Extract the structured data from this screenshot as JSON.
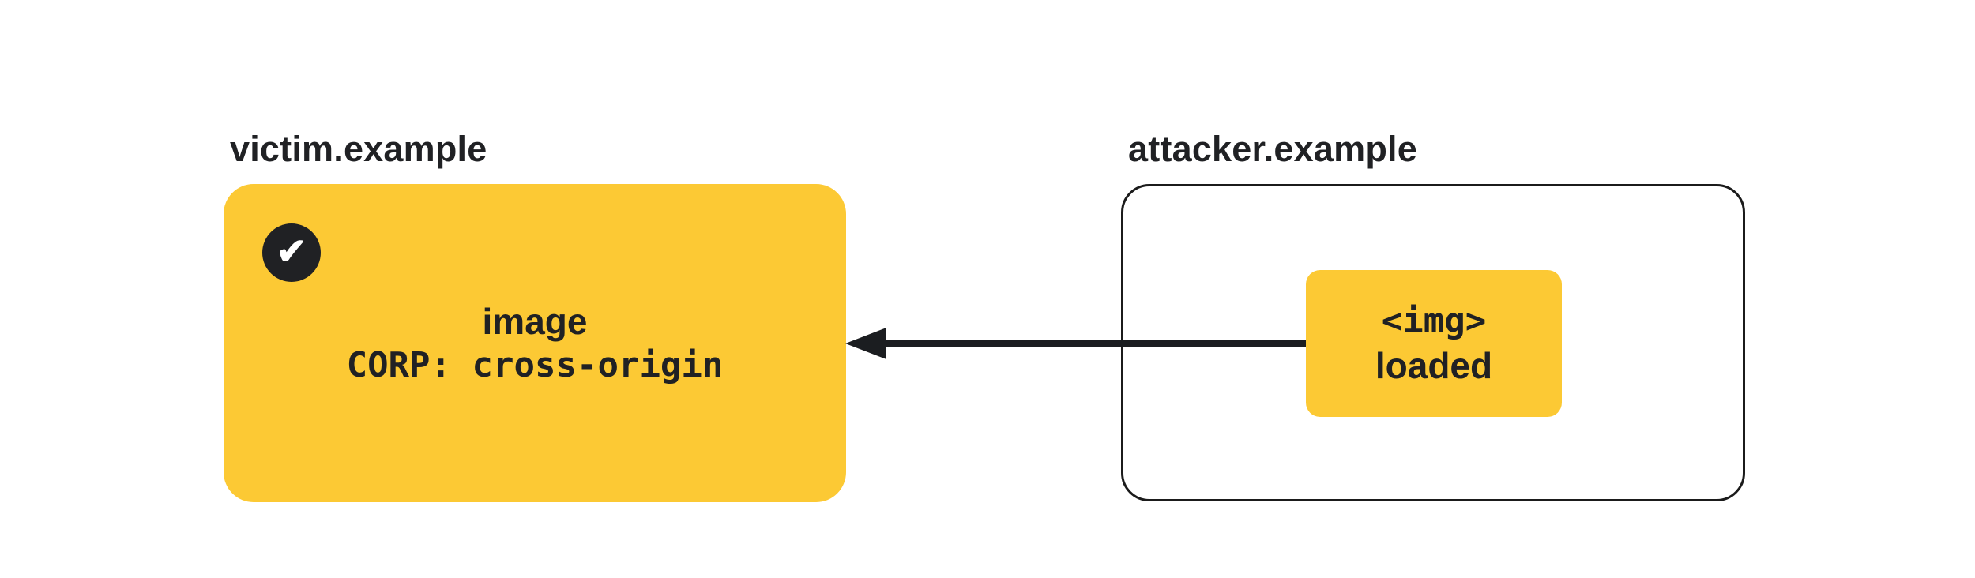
{
  "colors": {
    "background": "#ffffff",
    "accent_yellow": "#FCC934",
    "ink": "#202124",
    "arrow": "#1b1d20"
  },
  "victim": {
    "label": "victim.example",
    "status": "allowed",
    "line1": "image",
    "line2": "CORP: cross-origin"
  },
  "attacker": {
    "label": "attacker.example",
    "request": {
      "line1": "<img>",
      "line2": "loaded"
    }
  },
  "arrow": {
    "direction": "attacker-to-victim"
  },
  "icons": {
    "check": "✔"
  }
}
